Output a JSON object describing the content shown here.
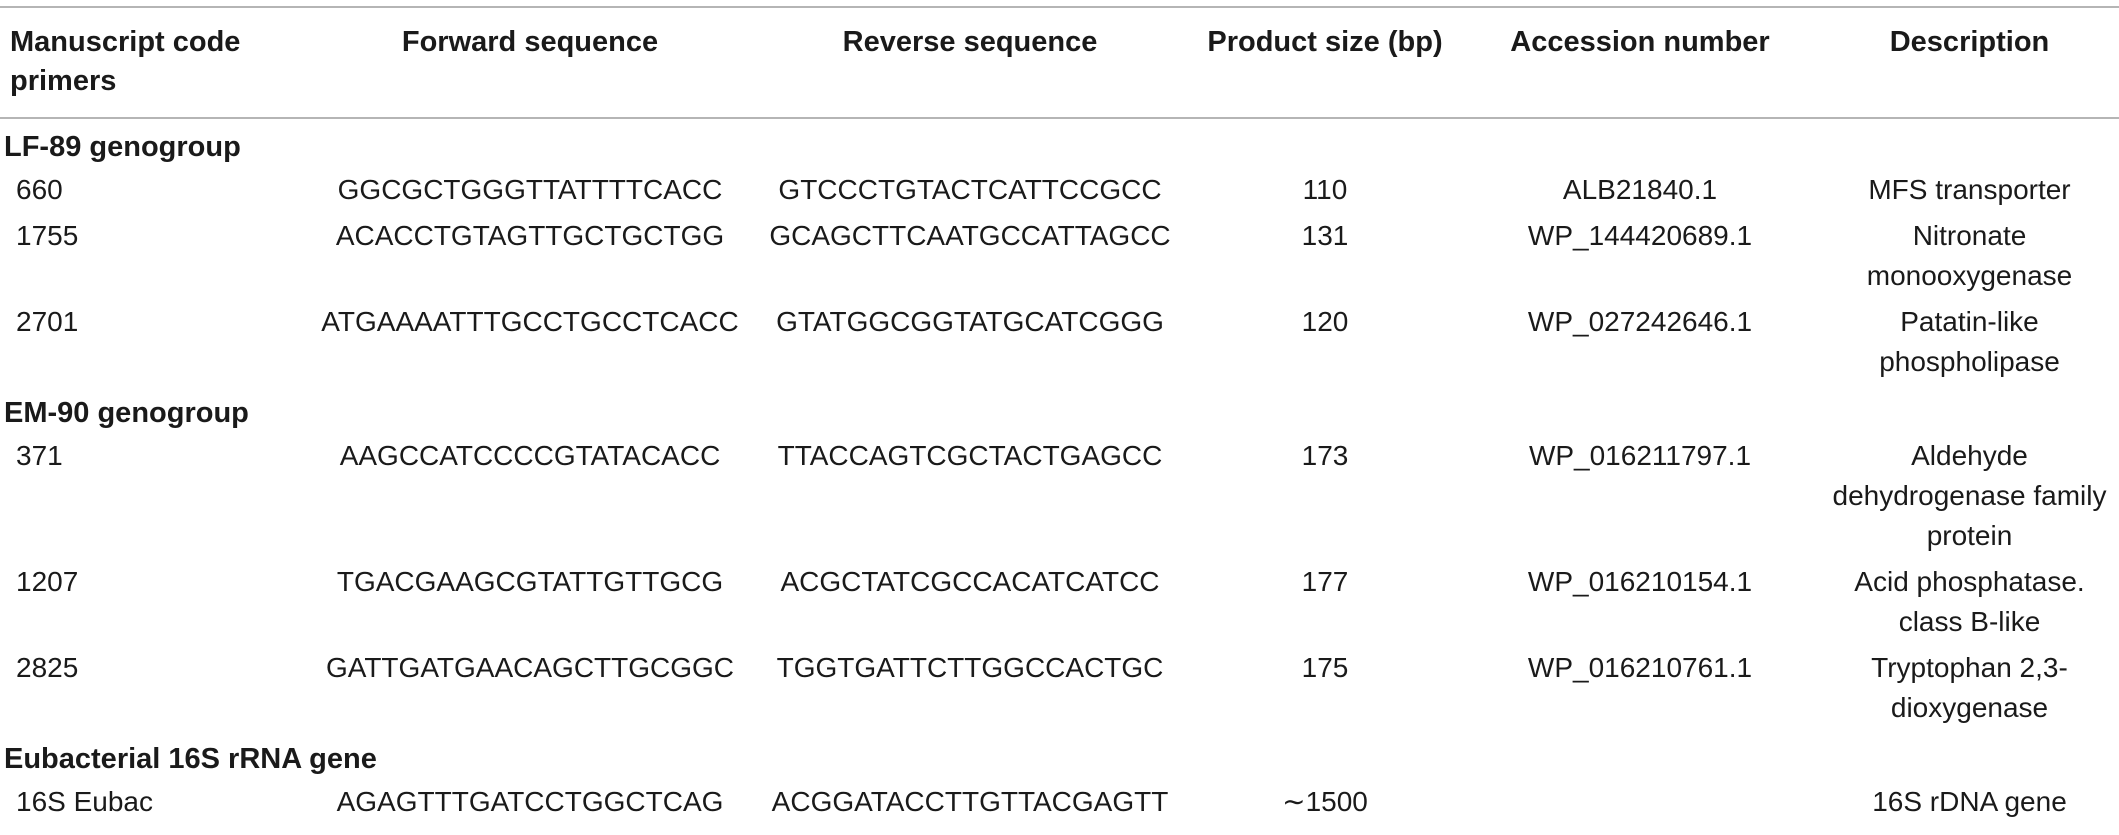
{
  "table": {
    "headers": [
      "Manuscript code primers",
      "Forward sequence",
      "Reverse sequence",
      "Product size (bp)",
      "Accession number",
      "Description"
    ],
    "groups": [
      {
        "title": "LF-89 genogroup",
        "rows": [
          {
            "code": "660",
            "forward": "GGCGCTGGGTTATTTTCACC",
            "reverse": "GTCCCTGTACTCATTCCGCC",
            "size": "110",
            "accession": "ALB21840.1",
            "description": "MFS transporter"
          },
          {
            "code": "1755",
            "forward": "ACACCTGTAGTTGCTGCTGG",
            "reverse": "GCAGCTTCAATGCCATTAGCC",
            "size": "131",
            "accession": "WP_144420689.1",
            "description": "Nitronate monooxygenase"
          },
          {
            "code": "2701",
            "forward": "ATGAAAATTTGCCTGCCTCACC",
            "reverse": "GTATGGCGGTATGCATCGGG",
            "size": "120",
            "accession": "WP_027242646.1",
            "description": "Patatin-like phospholipase"
          }
        ]
      },
      {
        "title": "EM-90 genogroup",
        "rows": [
          {
            "code": "371",
            "forward": "AAGCCATCCCCGTATACACC",
            "reverse": "TTACCAGTCGCTACTGAGCC",
            "size": "173",
            "accession": "WP_016211797.1",
            "description": "Aldehyde dehydrogenase family protein"
          },
          {
            "code": "1207",
            "forward": "TGACGAAGCGTATTGTTGCG",
            "reverse": "ACGCTATCGCCACATCATCC",
            "size": "177",
            "accession": "WP_016210154.1",
            "description": "Acid phosphatase. class B-like"
          },
          {
            "code": "2825",
            "forward": "GATTGATGAACAGCTTGCGGC",
            "reverse": "TGGTGATTCTTGGCCACTGC",
            "size": "175",
            "accession": "WP_016210761.1",
            "description": "Tryptophan 2,3-dioxygenase"
          }
        ]
      },
      {
        "title": "Eubacterial 16S rRNA gene",
        "rows": [
          {
            "code": "16S Eubac",
            "forward": "AGAGTTTGATCCTGGCTCAG",
            "reverse": "ACGGATACCTTGTTACGAGTT",
            "size": "∼1500",
            "accession": "",
            "description": "16S rDNA gene"
          }
        ]
      }
    ]
  }
}
